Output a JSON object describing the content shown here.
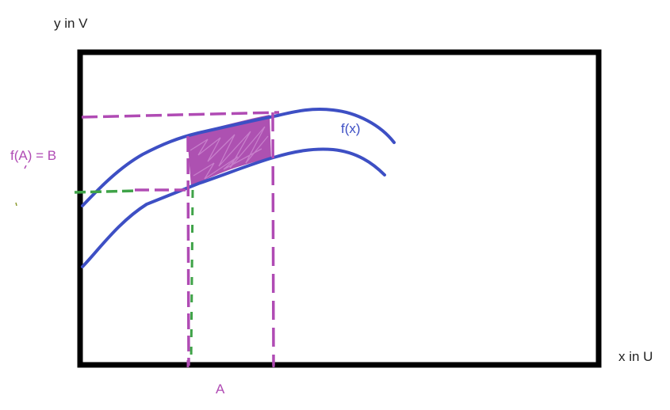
{
  "labels": {
    "y_axis": "y in V",
    "x_axis": "x in U",
    "curve": "f(x)",
    "image": "f(A) = B",
    "set": "A"
  },
  "colors": {
    "frame": "#000000",
    "curve": "#3d4fc4",
    "dashed": "#b04bb4",
    "dashed_green": "#3fa348",
    "shaded": "#a43ea8",
    "text": "#222222"
  }
}
